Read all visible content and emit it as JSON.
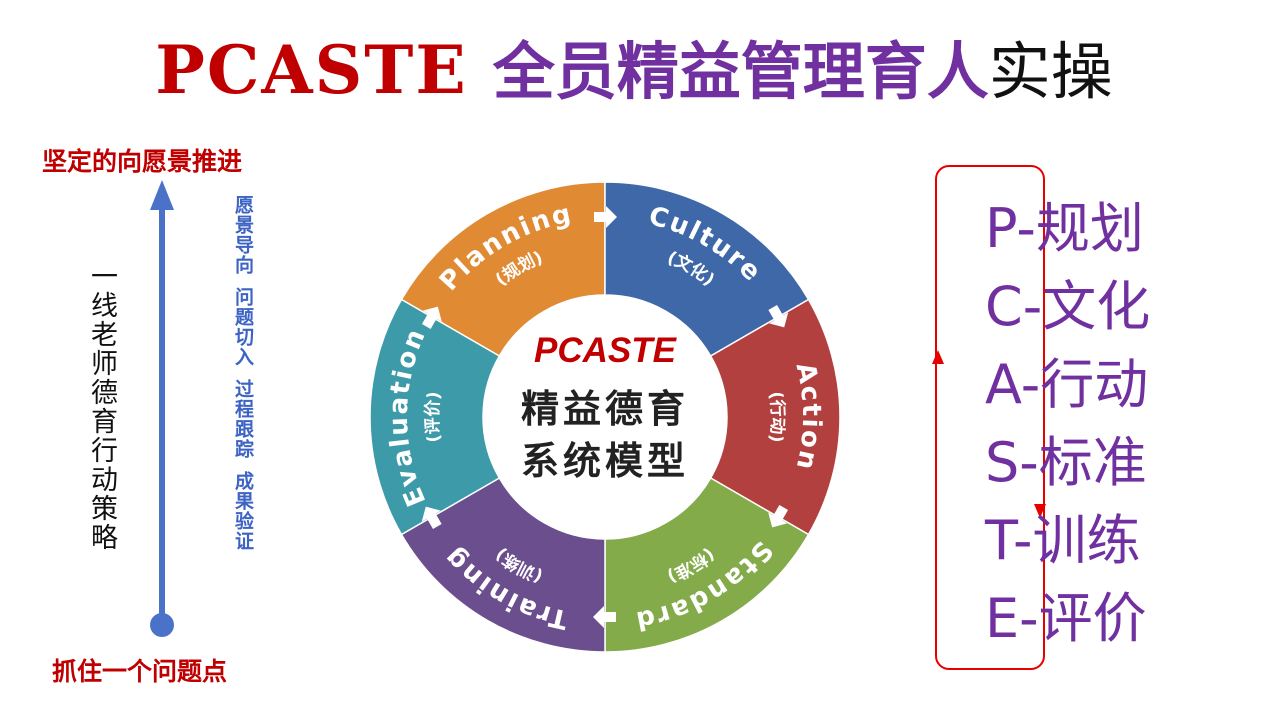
{
  "title": {
    "en": "PCASTE ",
    "cn": "全员精益管理育人",
    "tail": "实操"
  },
  "left": {
    "top_label": "坚定的向愿景推进",
    "bottom_label": "抓住一个问题点",
    "vertical_text": "一线老师德育行动策略",
    "steps": [
      "愿景导向",
      "问题切入",
      "过程跟踪",
      "成果验证"
    ]
  },
  "wheel": {
    "center_en": "PCASTE",
    "center_cn_1": "精益德育",
    "center_cn_2": "系统模型",
    "segments": [
      {
        "en": "Planning",
        "cn": "(规划)",
        "color": "#e08a34"
      },
      {
        "en": "Culture",
        "cn": "(文化)",
        "color": "#3f68a8"
      },
      {
        "en": "Action",
        "cn": "(行动)",
        "color": "#b2403f"
      },
      {
        "en": "Standard",
        "cn": "(标准)",
        "color": "#84ab49"
      },
      {
        "en": "Training",
        "cn": "(训练)",
        "color": "#6b4e8e"
      },
      {
        "en": "Evaluation",
        "cn": "(评价)",
        "color": "#3d9aa9"
      }
    ]
  },
  "acronym": [
    {
      "letter": "P",
      "word": "规划"
    },
    {
      "letter": "C",
      "word": "文化"
    },
    {
      "letter": "A",
      "word": "行动"
    },
    {
      "letter": "S",
      "word": "标准"
    },
    {
      "letter": "T",
      "word": "训练"
    },
    {
      "letter": "E",
      "word": "评价"
    }
  ]
}
